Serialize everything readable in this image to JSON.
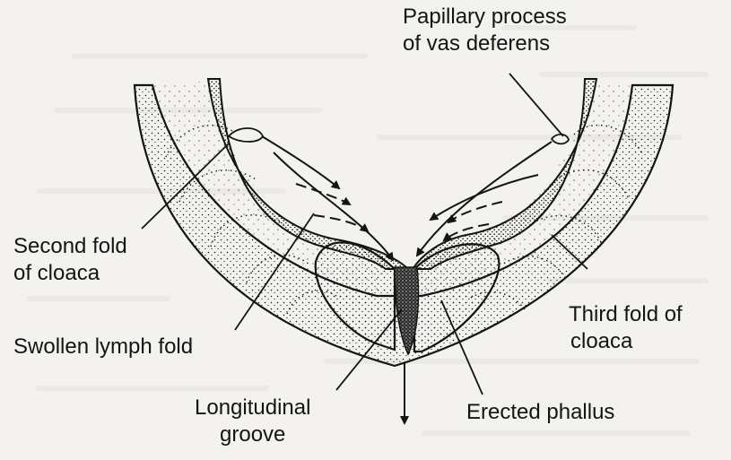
{
  "diagram": {
    "labels": {
      "papillary_process": [
        "Papillary process",
        "of vas deferens"
      ],
      "second_fold": [
        "Second fold",
        "of cloaca"
      ],
      "third_fold": [
        "Third fold of",
        "cloaca"
      ],
      "swollen_lymph_fold": [
        "Swollen lymph fold"
      ],
      "longitudinal_groove": [
        "Longitudinal",
        "groove"
      ],
      "erected_phallus": [
        "Erected phallus"
      ]
    },
    "colors": {
      "ink": "#141414",
      "paper": "#f4f2ee",
      "groove_fill": "#2a2a2a"
    }
  }
}
